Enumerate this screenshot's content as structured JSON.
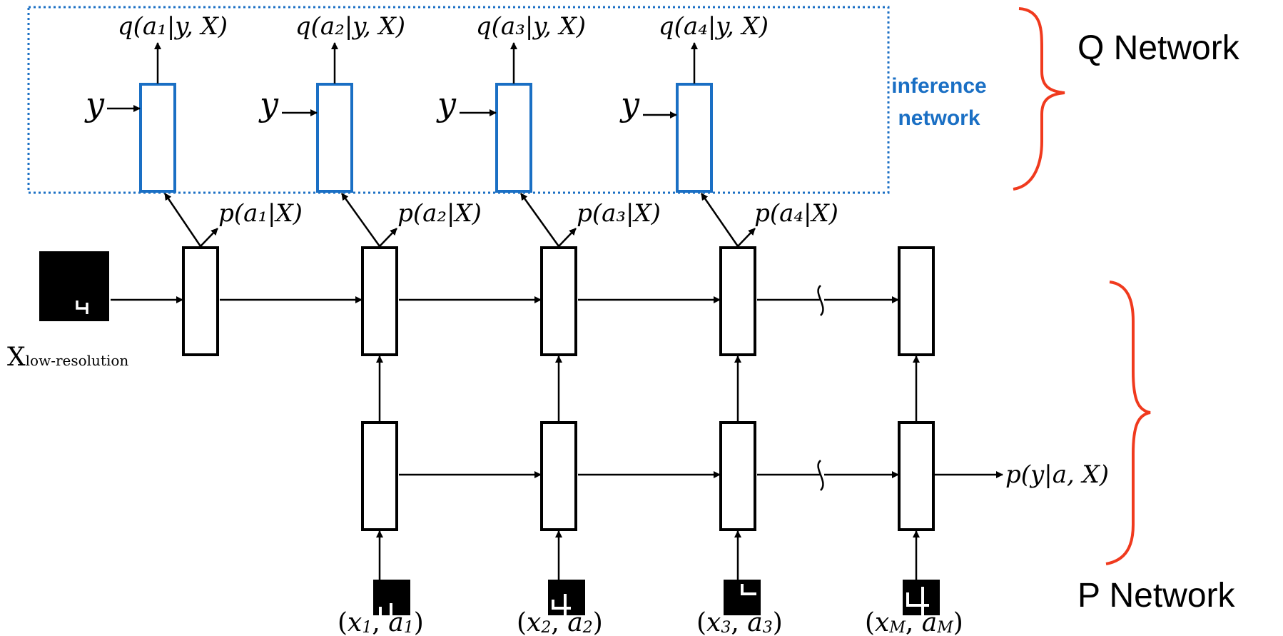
{
  "q_network": {
    "label": "Q Network",
    "box_label_line1": "inference",
    "box_label_line2": "network",
    "y_input": "y",
    "outputs": [
      "q(a₁|y, X)",
      "q(a₂|y, X)",
      "q(a₃|y, X)",
      "q(a₄|y, X)"
    ]
  },
  "p_network": {
    "label": "P Network",
    "policy_outputs": [
      "p(a₁|X)",
      "p(a₂|X)",
      "p(a₃|X)",
      "p(a₄|X)"
    ],
    "final_output": "p(y|a, X)"
  },
  "low_res_input": {
    "label_main": "X",
    "label_sub": "low-resolution"
  },
  "glimpses": [
    {
      "x": "x",
      "x_sub": "1",
      "a": "a",
      "a_sub": "1"
    },
    {
      "x": "x",
      "x_sub": "2",
      "a": "a",
      "a_sub": "2"
    },
    {
      "x": "x",
      "x_sub": "3",
      "a": "a",
      "a_sub": "3"
    },
    {
      "x": "x",
      "x_sub": "M",
      "a": "a",
      "a_sub": "M"
    }
  ],
  "colors": {
    "inference_blue": "#1a6fc4",
    "brace_red": "#f03a1e",
    "stroke": "#000000"
  }
}
